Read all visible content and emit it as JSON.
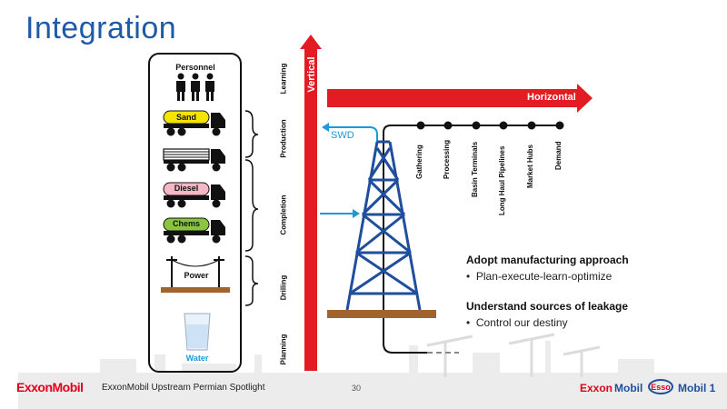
{
  "slide": {
    "title": "Integration",
    "footer": "ExxonMobil Upstream Permian Spotlight",
    "page_number": "30",
    "logo_left": "ExxonMobil",
    "brands": [
      "Exxon",
      "Mobil",
      "Esso",
      "Mobil 1"
    ]
  },
  "resources": {
    "personnel": "Personnel",
    "sand": "Sand",
    "diesel": "Diesel",
    "chems": "Chems",
    "power": "Power",
    "water": "Water"
  },
  "phases": [
    "Learning",
    "Production",
    "Completion",
    "Drilling",
    "Planning"
  ],
  "arrows": {
    "vertical": "Vertical",
    "horizontal": "Horizontal",
    "swd": "SWD"
  },
  "midstream": [
    "Gathering",
    "Processing",
    "Basin Terminals",
    "Long Haul Pipelines",
    "Market Hubs",
    "Demand"
  ],
  "bullets": [
    {
      "heading": "Adopt manufacturing approach",
      "item": "Plan-execute-learn-optimize"
    },
    {
      "heading": "Understand sources of leakage",
      "item": "Control our destiny"
    }
  ],
  "colors": {
    "title": "#1f5aa8",
    "arrow_red": "#e31b23",
    "swd_blue": "#1a9ad6",
    "derrick_blue": "#1f4e9c",
    "sand_yellow": "#f5e400",
    "diesel_pink": "#f5b8c4",
    "chems_green": "#8bc53f",
    "ground_brown": "#a0642e"
  }
}
